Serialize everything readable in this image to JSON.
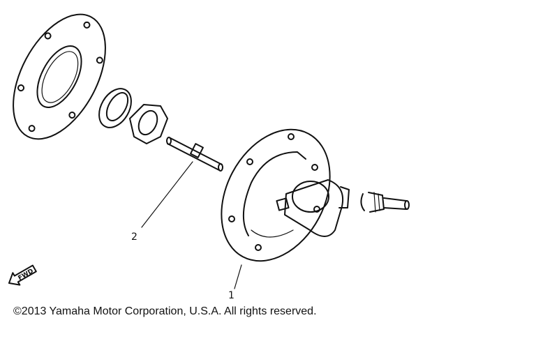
{
  "callouts": [
    "2",
    "1"
  ],
  "fwd_label": "FWD",
  "copyright": "©2013 Yamaha Motor Corporation, U.S.A. All rights reserved."
}
